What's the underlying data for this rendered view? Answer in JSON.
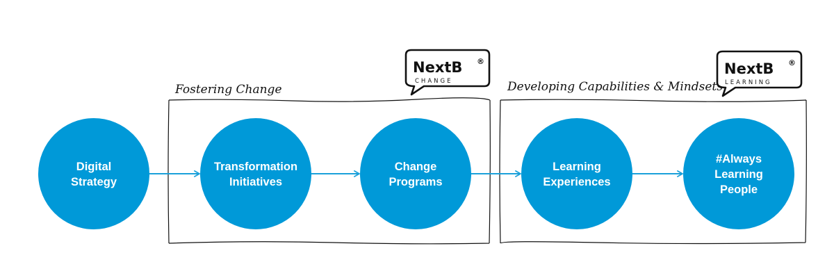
{
  "colors": {
    "node": "#0099d8",
    "arrow": "#1aa0da",
    "frame": "#111111"
  },
  "groups": [
    {
      "label": "Fostering Change",
      "badge": {
        "brand": "NextB",
        "reg": "®",
        "sub": "CHANGE"
      }
    },
    {
      "label": "Developing Capabilities & Mindsets",
      "badge": {
        "brand": "NextB",
        "reg": "®",
        "sub": "LEARNING"
      }
    }
  ],
  "nodes": [
    {
      "lines": [
        "Digital",
        "Strategy"
      ]
    },
    {
      "lines": [
        "Transformation",
        "Initiatives"
      ]
    },
    {
      "lines": [
        "Change",
        "Programs"
      ]
    },
    {
      "lines": [
        "Learning",
        "Experiences"
      ]
    },
    {
      "lines": [
        "#Always",
        "Learning",
        "People"
      ]
    }
  ]
}
